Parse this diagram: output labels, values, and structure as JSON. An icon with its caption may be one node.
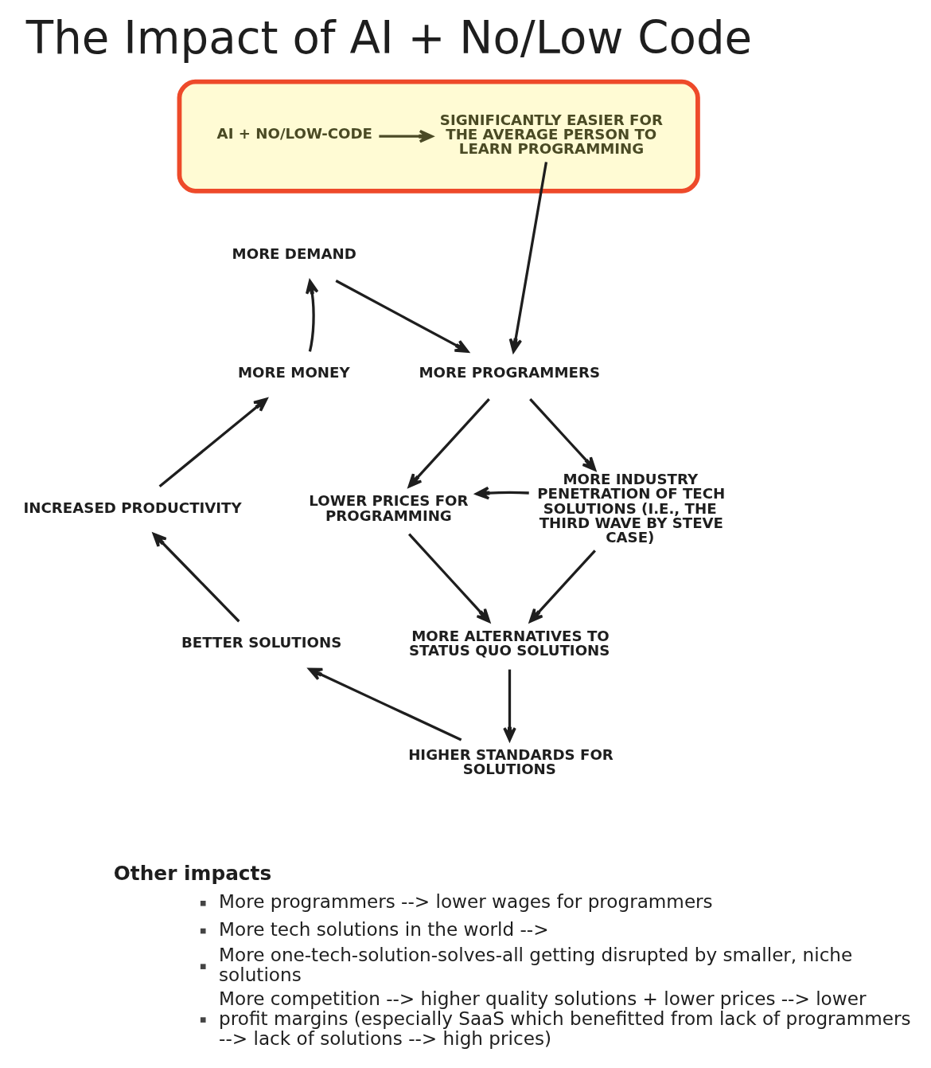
{
  "diagram": {
    "title": "The Impact of AI + No/Low Code",
    "nodes": [
      {
        "text": [],
        "shape": "box"
      },
      {
        "text": [
          "AI + NO/LOW-CODE"
        ],
        "in": 0
      },
      {
        "text": [
          "SIGNIFICANTLY EASIER FOR THE AVERAGE PERSON TO LEARN PROGRAMMING"
        ],
        "in": 0
      },
      {
        "text": [
          "MORE DEMAND"
        ]
      },
      {
        "text": [
          "MORE PROGRAMMERS"
        ]
      },
      {
        "text": [
          "MORE MONEY"
        ]
      },
      {
        "text": [
          "LOWER PRICES FOR PROGRAMMING"
        ]
      },
      {
        "text": [
          "MORE INDUSTRY PENETRATION OF TECH SOLUTIONS (I.E., THE THIRD WAVE BY STEVE CASE)"
        ]
      },
      {
        "text": [
          "INCREASED PRODUCTIVITY"
        ]
      },
      {
        "text": [
          "BETTER SOLUTIONS"
        ]
      },
      {
        "text": [
          "MORE ALTERNATIVES TO STATUS QUO SOLUTIONS"
        ]
      },
      {
        "text": [
          "HIGHER STANDARDS FOR SOLUTIONS"
        ]
      }
    ],
    "edges": [
      {
        "from": 1,
        "to": 2,
        "arrow": "to",
        "color": "#4b4a26"
      },
      {
        "from": 2,
        "to": 4,
        "arrow": "to"
      },
      {
        "from": 3,
        "to": 4,
        "arrow": "to"
      },
      {
        "from": 4,
        "to": 6,
        "arrow": "to"
      },
      {
        "from": 4,
        "to": 7,
        "arrow": "to"
      },
      {
        "from": 7,
        "to": 6,
        "arrow": "to"
      },
      {
        "from": 6,
        "to": 10,
        "arrow": "to"
      },
      {
        "from": 7,
        "to": 10,
        "arrow": "to"
      },
      {
        "from": 10,
        "to": 11,
        "arrow": "to"
      },
      {
        "from": 11,
        "to": 9,
        "arrow": "to"
      },
      {
        "from": 9,
        "to": 8,
        "arrow": "to"
      },
      {
        "from": 8,
        "to": 5,
        "arrow": "to"
      },
      {
        "from": 5,
        "to": 3,
        "arrow": "to"
      }
    ],
    "labels": [
      "Other impacts",
      "More programmers --> lower wages for programmers",
      "More tech solutions in the world -->",
      "More one-tech-solution-solves-all getting disrupted by smaller, niche solutions",
      "More competition --> higher quality solutions + lower prices --> lower profit margins (especially SaaS which benefitted from lack of programmers --> lack of solutions --> high prices)"
    ]
  }
}
